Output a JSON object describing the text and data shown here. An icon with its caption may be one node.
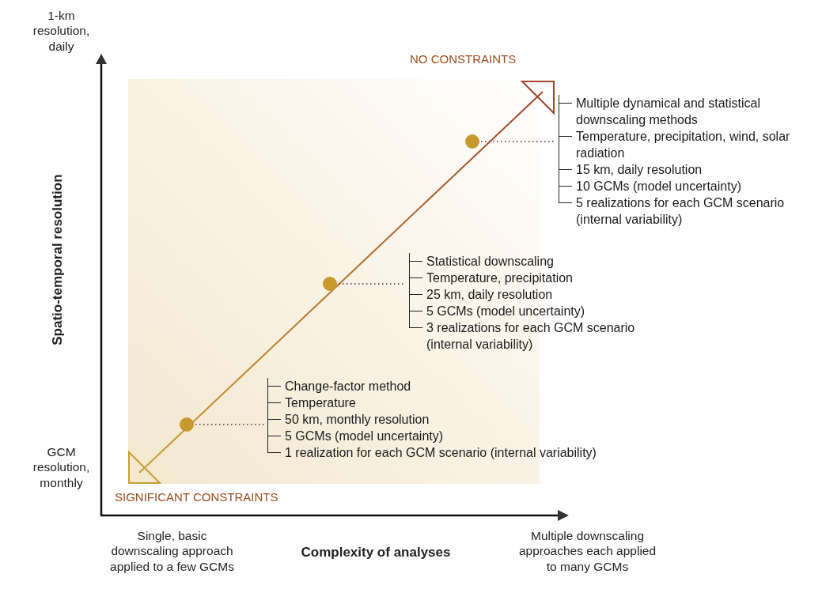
{
  "diagram": {
    "nodes": [
      {
        "text": [],
        "shape": "circle"
      },
      {
        "text": [
          "Multiple dynamical and statistical downscaling methods",
          "Temperature, precipitation, wind, solar radiation",
          "15 km, daily resolution",
          "10 GCMs (model uncertainty)",
          "5 realizations for each GCM scenario (internal variability)"
        ]
      },
      {
        "text": [],
        "shape": "circle"
      },
      {
        "text": [
          "Statistical downscaling",
          "Temperature, precipitation",
          "25 km, daily resolution",
          "5 GCMs (model uncertainty)",
          "3 realizations for each GCM scenario (internal variability)"
        ]
      },
      {
        "text": [],
        "shape": "circle"
      },
      {
        "text": [
          "Change-factor method",
          "Temperature",
          "50 km, monthly resolution",
          "5 GCMs (model uncertainty)",
          "1 realization for each GCM scenario (internal variability)"
        ]
      }
    ],
    "edges": [
      {
        "from": 0,
        "to": 1,
        "arrow": "none",
        "style": "dashed"
      },
      {
        "from": 2,
        "to": 3,
        "arrow": "none",
        "style": "dashed"
      },
      {
        "from": 4,
        "to": 5,
        "arrow": "none",
        "style": "dashed"
      }
    ],
    "labels": [
      "1-km resolution, daily",
      "NO CONSTRAINTS",
      "Spatio-temporal resolution",
      "GCM resolution, monthly",
      "SIGNIFICANT CONSTRAINTS",
      "Single, basic downscaling approach applied to a few GCMs",
      "Complexity of analyses",
      "Multiple downscaling approaches each applied to many GCMs"
    ]
  }
}
